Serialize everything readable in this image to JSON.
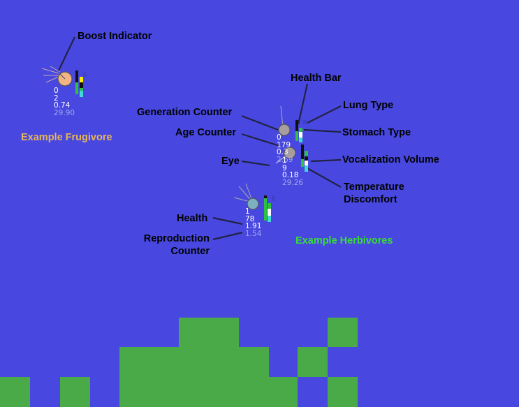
{
  "labels": {
    "boost_indicator": "Boost Indicator",
    "health_bar": "Health Bar",
    "lung_type": "Lung Type",
    "generation_counter": "Generation Counter",
    "stomach_type": "Stomach Type",
    "age_counter": "Age Counter",
    "eye": "Eye",
    "vocalization_volume": "Vocalization Volume",
    "temperature_discomfort": "Temperature\nDiscomfort",
    "health": "Health",
    "reproduction_counter": "Reproduction\nCounter"
  },
  "examples": {
    "frugivore": "Example Frugivore",
    "herbivores": "Example Herbivores"
  },
  "creatures": {
    "frugivore": {
      "gen": "0",
      "age": "2",
      "health": "0.74",
      "repro": "29.90"
    },
    "herbivore_a": {
      "gen": "0",
      "age": "179",
      "health": "0.3",
      "repro": "2.69"
    },
    "herbivore_b": {
      "gen": "1",
      "age": "9",
      "health": "0.18",
      "repro": "29.26"
    },
    "herbivore_c": {
      "gen": "1",
      "age": "78",
      "health": "1.91",
      "repro": "1.54"
    }
  },
  "colors": {
    "background": "#4848e0",
    "land": "#4aaa48",
    "frugivore_label": "#e6b45a",
    "herbivore_label": "#3adc3a",
    "frugivore_body": "#f2b483",
    "herbivore_body": "#a89ea0",
    "herbivore_c_body": "#7ab0c0"
  }
}
